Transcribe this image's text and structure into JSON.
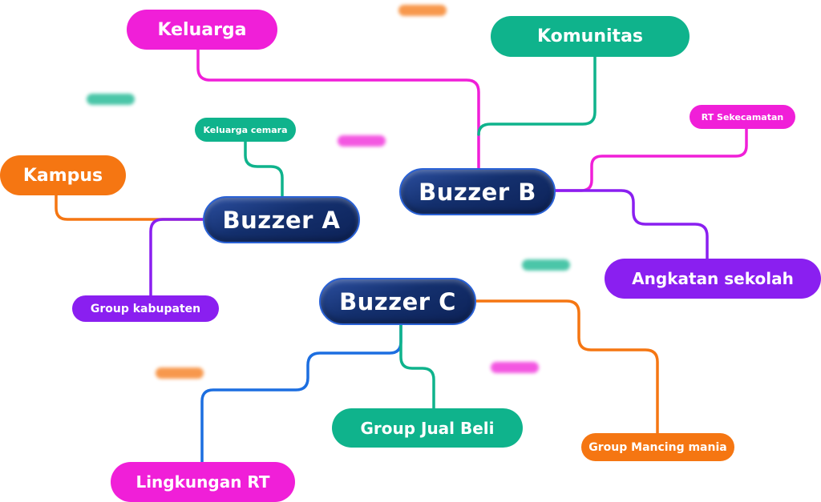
{
  "mindmap": {
    "hubs": {
      "a": {
        "label": "Buzzer A",
        "color": "#14306e"
      },
      "b": {
        "label": "Buzzer B",
        "color": "#14306e"
      },
      "c": {
        "label": "Buzzer C",
        "color": "#14306e"
      }
    },
    "branches": {
      "keluarga": {
        "label": "Keluarga",
        "color": "#f01fd8"
      },
      "komunitas": {
        "label": "Komunitas",
        "color": "#0fb38c"
      },
      "kampus": {
        "label": "Kampus",
        "color": "#f57612"
      },
      "keluarga_cemara": {
        "label": "Keluarga cemara",
        "color": "#0fb38c"
      },
      "rt_sekecamatan": {
        "label": "RT Sekecamatan",
        "color": "#f01fd8"
      },
      "angkatan_sekolah": {
        "label": "Angkatan sekolah",
        "color": "#8a1ff0"
      },
      "group_kabupaten": {
        "label": "Group kabupaten",
        "color": "#8a1ff0"
      },
      "group_jual_beli": {
        "label": "Group Jual Beli",
        "color": "#0fb38c"
      },
      "group_mancing_mania": {
        "label": "Group Mancing mania",
        "color": "#f57612"
      },
      "lingkungan_rt": {
        "label": "Lingkungan RT",
        "color": "#f01fd8"
      }
    },
    "connector_colors": {
      "magenta": "#f01fd8",
      "teal": "#0fb38c",
      "orange": "#f57612",
      "purple": "#8a1ff0",
      "blue": "#1c6ee0"
    }
  }
}
